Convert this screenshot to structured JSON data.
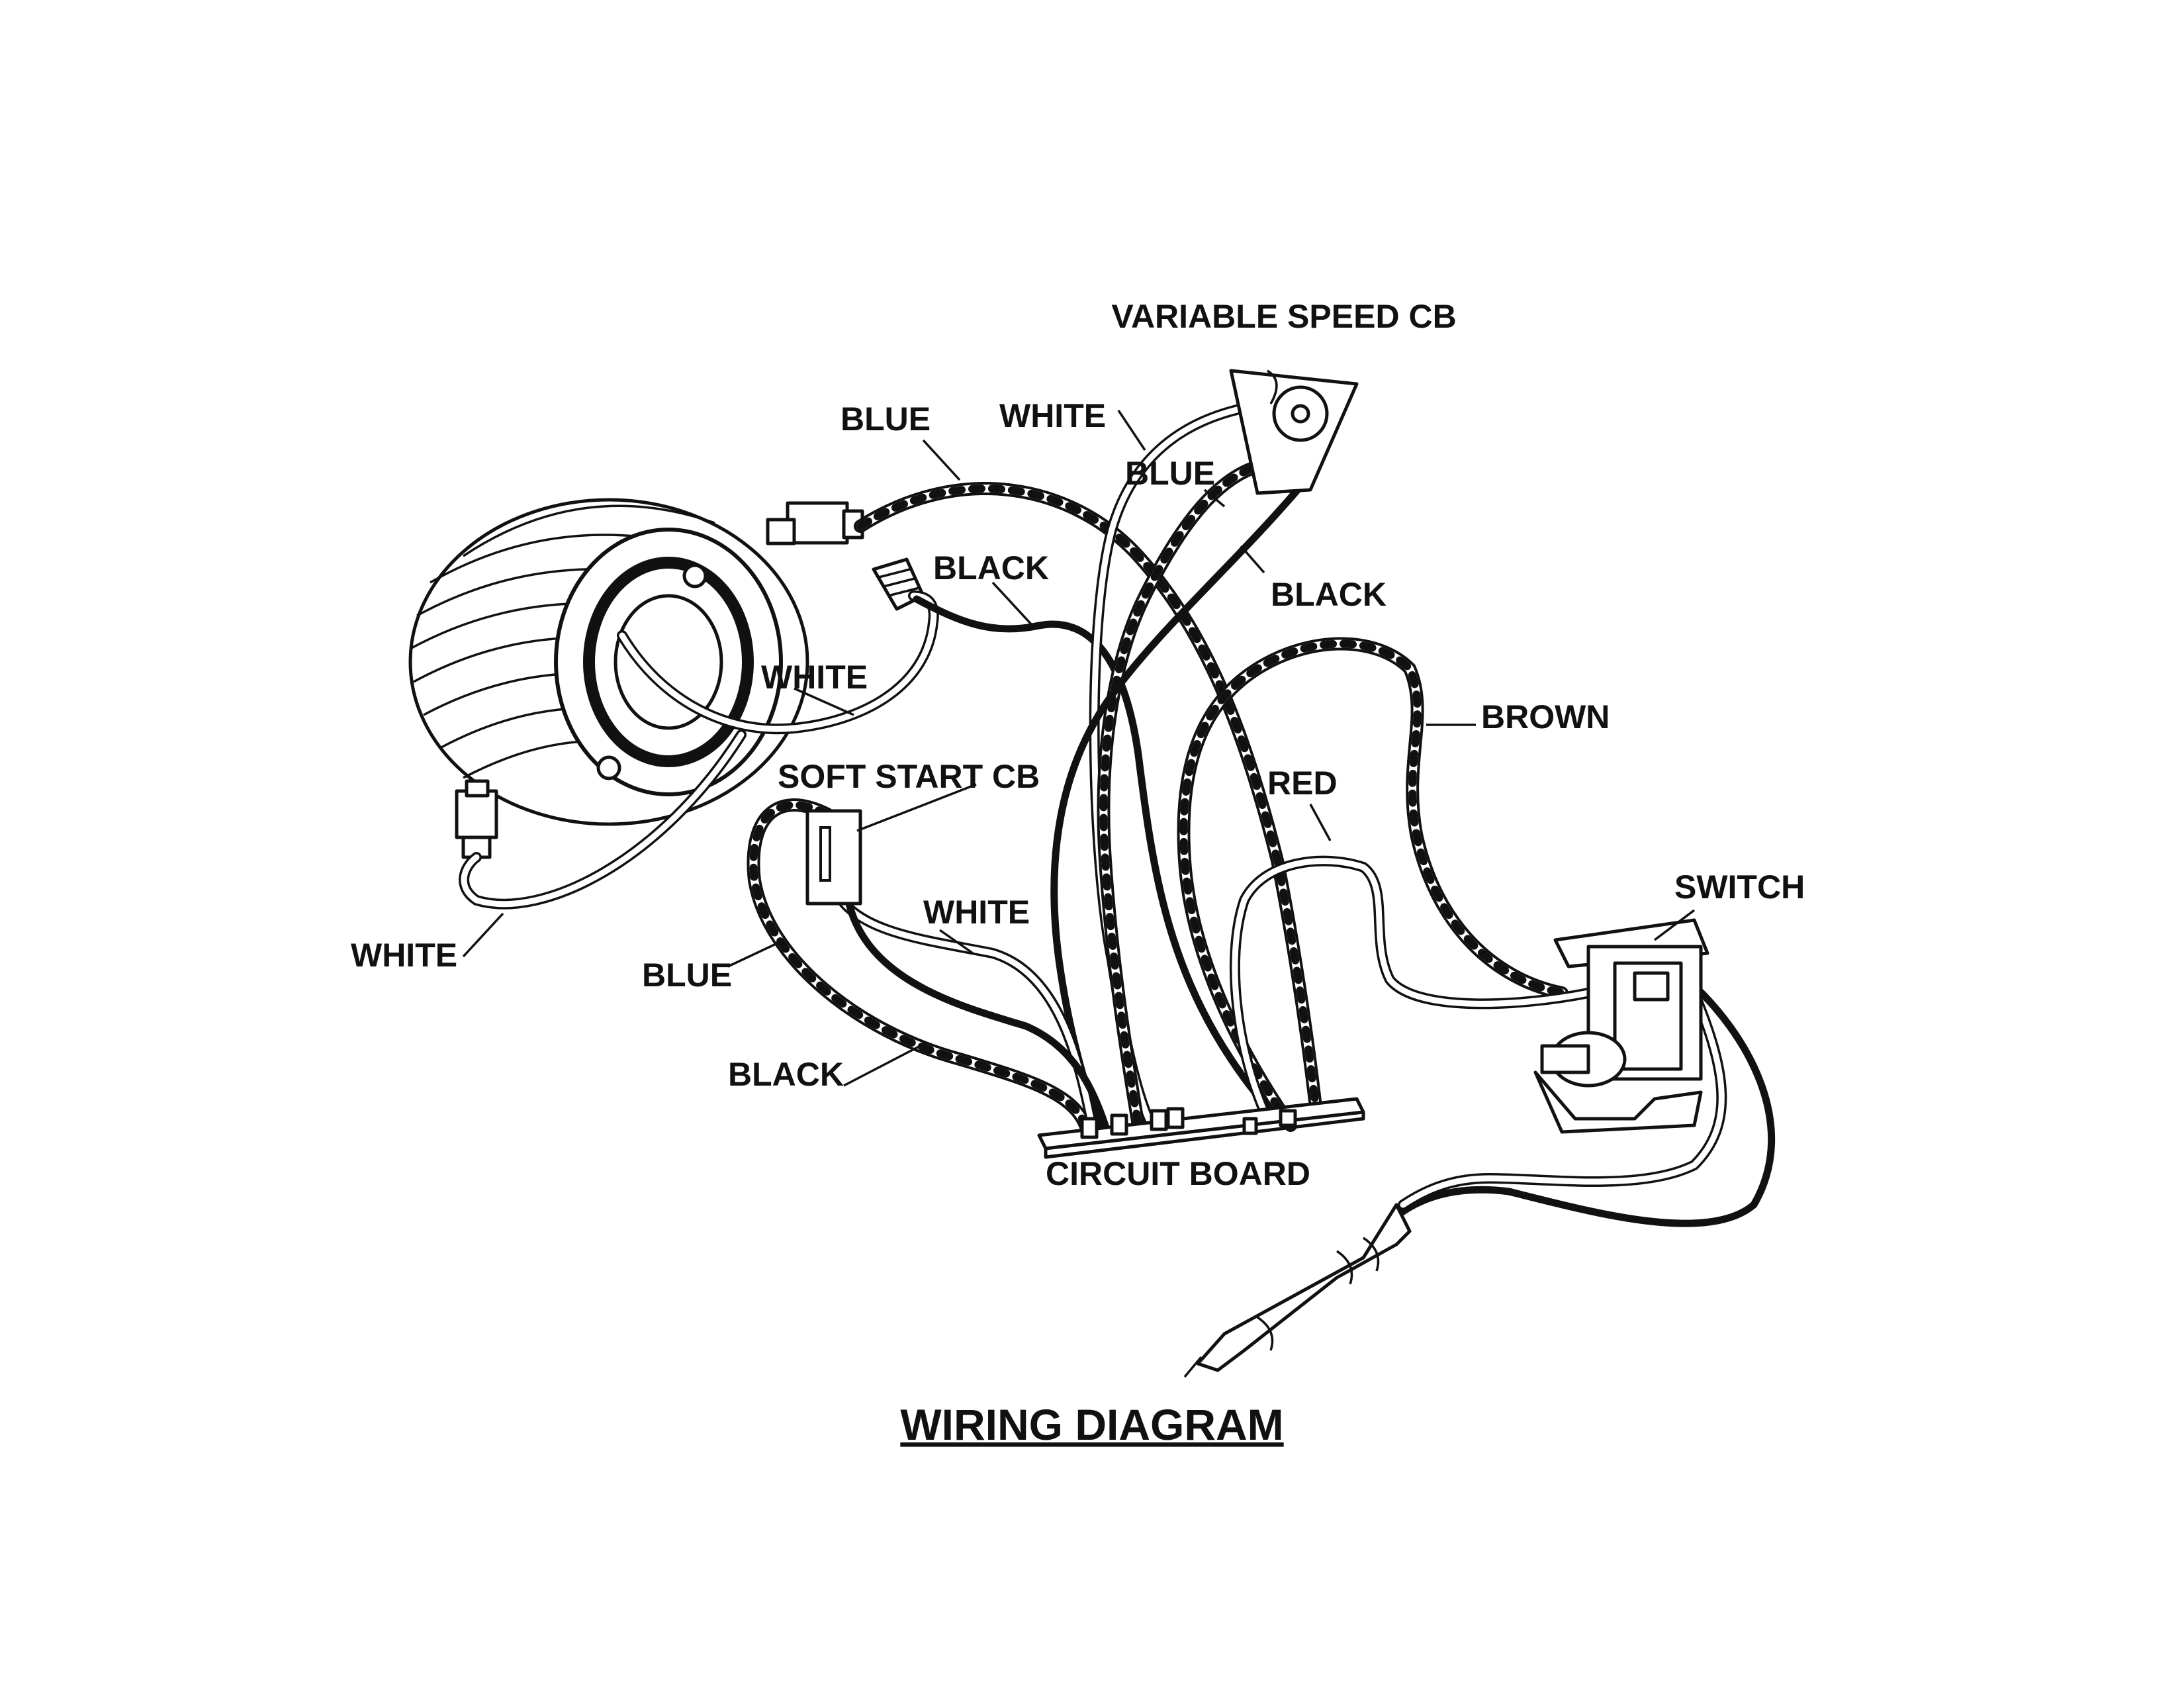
{
  "title": "WIRING DIAGRAM",
  "labels": {
    "variable_speed_cb": "VARIABLE SPEED CB",
    "blue_top": "BLUE",
    "white_top": "WHITE",
    "blue_mid": "BLUE",
    "black_top": "BLACK",
    "black_right": "BLACK",
    "white_motor": "WHITE",
    "brown": "BROWN",
    "soft_start_cb": "SOFT START CB",
    "red": "RED",
    "switch": "SWITCH",
    "white_left": "WHITE",
    "white_softstart": "WHITE",
    "blue_left": "BLUE",
    "black_left": "BLACK",
    "circuit_board": "CIRCUIT BOARD"
  }
}
